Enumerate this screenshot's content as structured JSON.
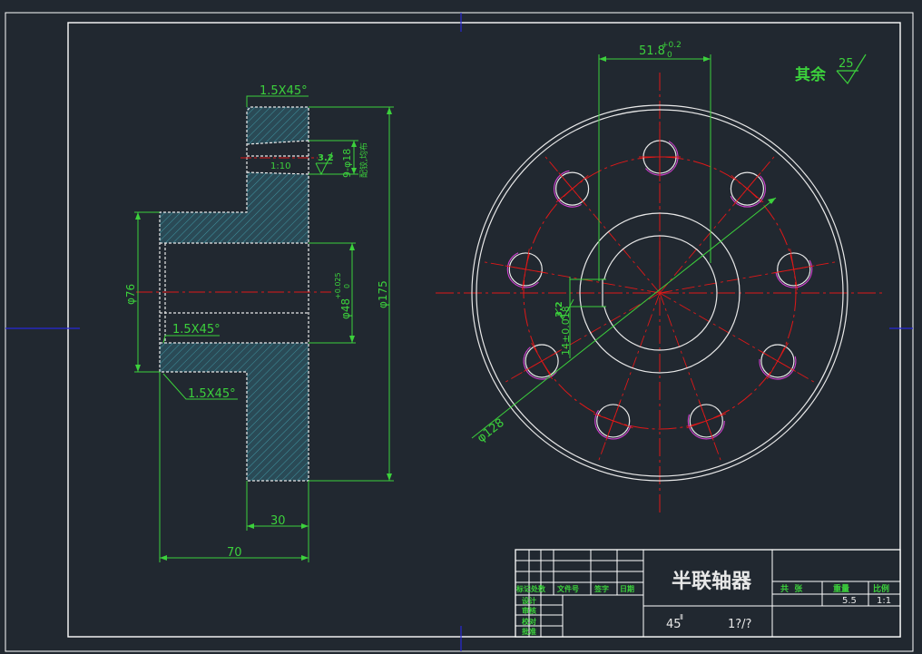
{
  "colors": {
    "background": "#212830",
    "outline": "#e8e8e8",
    "dimension": "#3cd13c",
    "centerline": "#e01818",
    "hatch": "#2c7a86",
    "border": "#ffffff",
    "axis_marker": "#2020d0",
    "hole_arc": "#d040d0"
  },
  "section_view": {
    "chamfer_top": "1.5X45°",
    "chamfer_bore": "1.5X45°",
    "chamfer_bottom": "1.5X45°",
    "taper": "1:10",
    "surface_finish": "3.2",
    "holes_note": "9-φ18",
    "holes_note2": "配铰,均布",
    "dia_76": "φ76",
    "dia_48": "φ48",
    "dia_48_tol_upper": "+0.025",
    "dia_48_tol_lower": "0",
    "dia_175": "φ175",
    "len_30": "30",
    "len_70": "70"
  },
  "front_view": {
    "keyway_width": "51.8",
    "keyway_tol_upper": "+0.2",
    "keyway_tol_lower": "0",
    "key_14": "14±0.018",
    "surface_finish": "3.2",
    "pcd": "φ128"
  },
  "roughness_note": {
    "label": "其余",
    "value": "25"
  },
  "title_block": {
    "part_name": "半联轴器",
    "material": "45",
    "material_sup": "Ⅱ",
    "sheet": "1?/?",
    "col_headers": [
      "标记处数",
      "文件号",
      "签字",
      "日期"
    ],
    "row_labels": [
      "设计",
      "审核",
      "校对",
      "批准"
    ],
    "right_headers": [
      "共  张",
      "重量",
      "比例"
    ],
    "weight": "5.5",
    "scale": "1:1"
  }
}
